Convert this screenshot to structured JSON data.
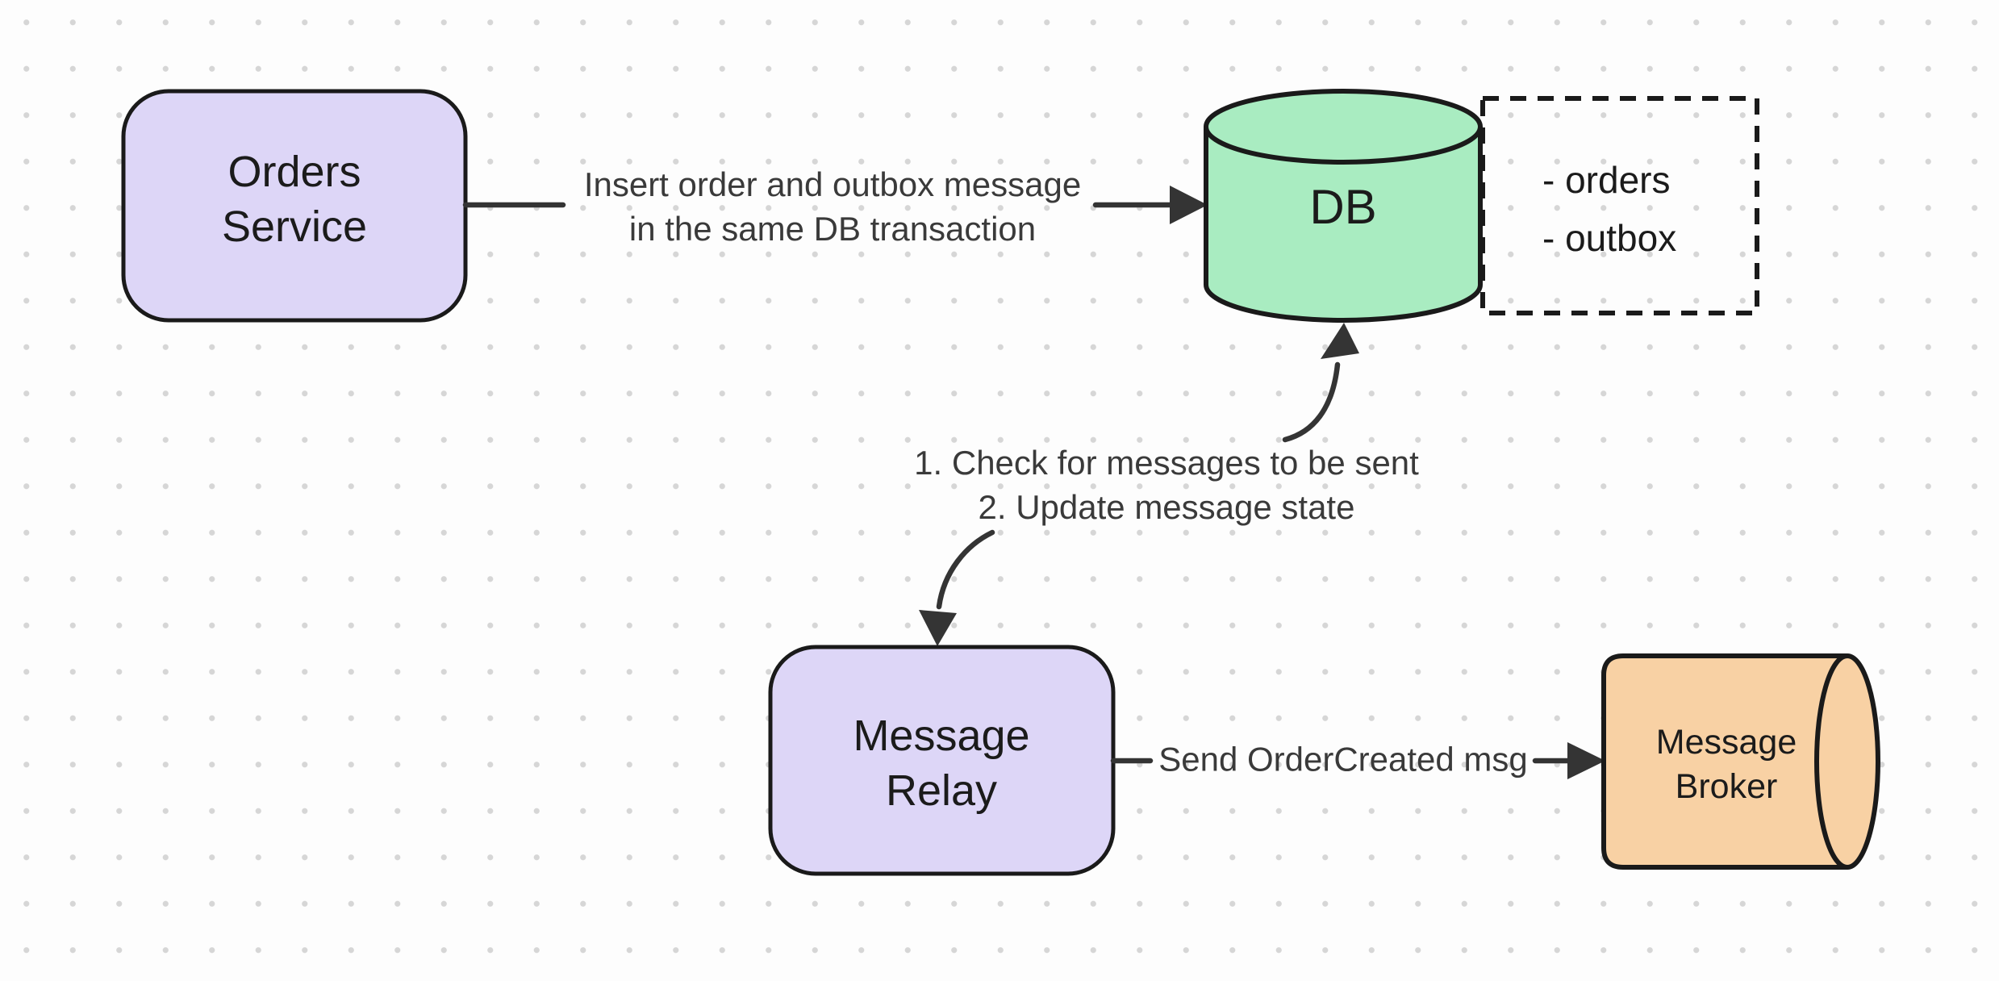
{
  "canvas": {
    "background": "#fdfdfd",
    "dot_color": "#d6d6d6",
    "stroke": "#1a1a1a",
    "arrow": "#343434",
    "node_text": "#1b1b1b",
    "edge_text": "#3a3a3a"
  },
  "nodes": {
    "orders_service": {
      "line1": "Orders",
      "line2": "Service",
      "fill": "#ddd6f7"
    },
    "db": {
      "label": "DB",
      "fill": "#a9ecc1"
    },
    "db_tables": {
      "item1": "- orders",
      "item2": "- outbox"
    },
    "message_relay": {
      "line1": "Message",
      "line2": "Relay",
      "fill": "#ddd6f7"
    },
    "message_broker": {
      "line1": "Message",
      "line2": "Broker",
      "fill": "#f8d1a4"
    }
  },
  "edges": {
    "insert_order": {
      "line1": "Insert order and outbox message",
      "line2": "in the same DB transaction"
    },
    "relay_poll": {
      "line1": "1. Check for messages to be sent",
      "line2": "2. Update message state"
    },
    "send_message": {
      "label": "Send OrderCreated msg"
    }
  }
}
